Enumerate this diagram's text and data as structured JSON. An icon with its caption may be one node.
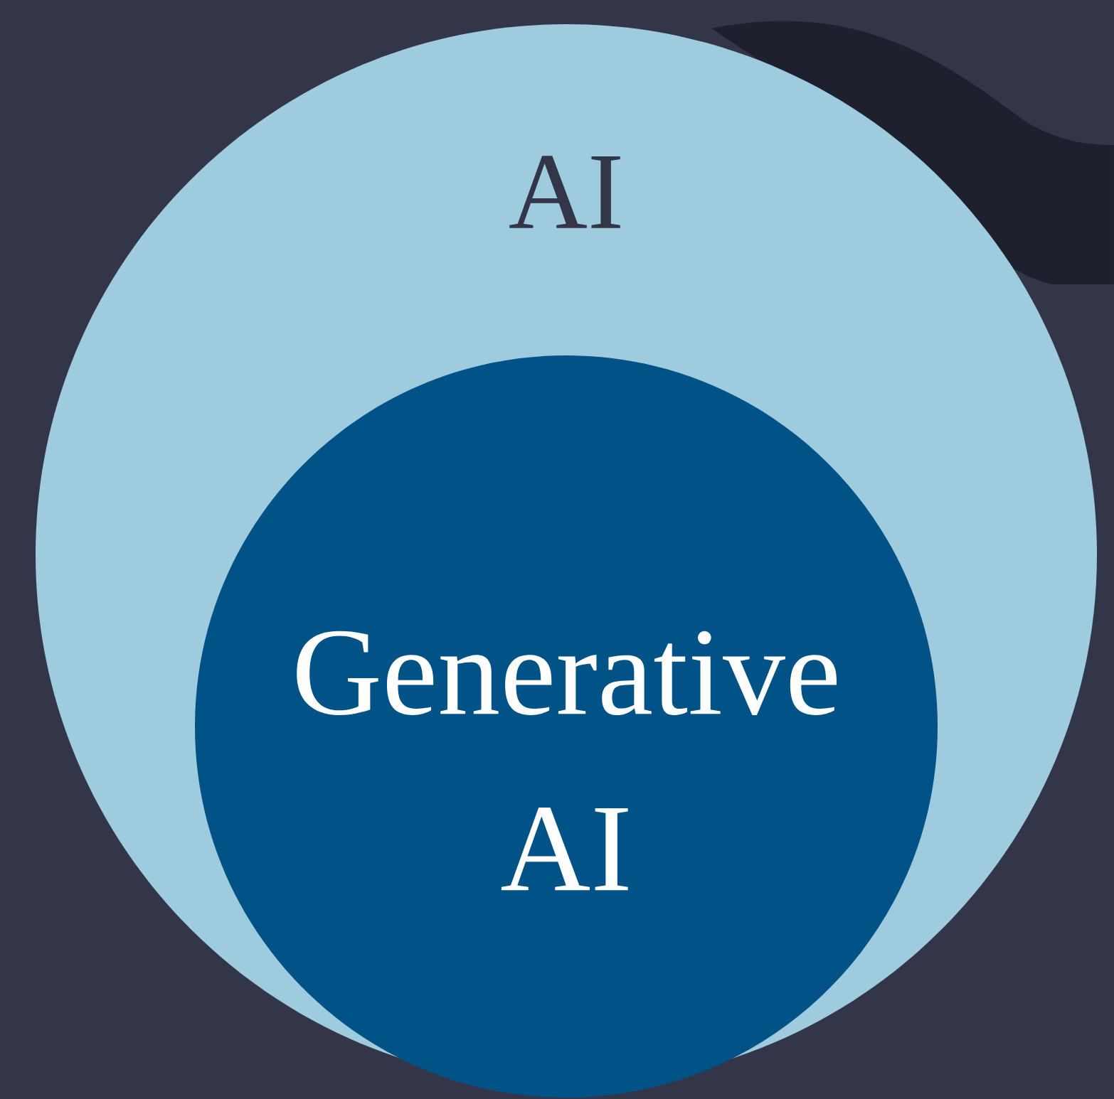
{
  "diagram": {
    "nodes": [
      {
        "text": [
          "AI"
        ]
      },
      {
        "text": [
          "Generative AI"
        ],
        "in": 0
      }
    ]
  }
}
